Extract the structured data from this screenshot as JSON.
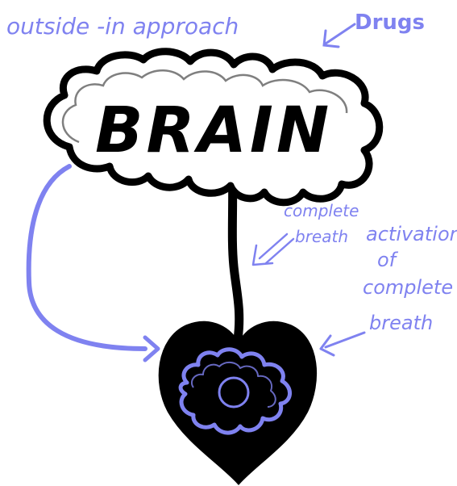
{
  "labels": {
    "top_caption": "outside -in approach",
    "drugs": "Drugs",
    "brain": "BRAIN",
    "complete_breath_line1": "complete",
    "complete_breath_line2": "breath",
    "activation_line1": "activation",
    "activation_line2": "of",
    "activation_line3": "complete",
    "activation_line4": "breath"
  },
  "colors": {
    "ink": "#000000",
    "accent": "#7f82f0",
    "background": "#ffffff",
    "cloud_fill": "#ffffff"
  },
  "icons": {
    "cloud": "brain-cloud-shape",
    "heart": "heart-shape",
    "flower": "flower-outline-icon",
    "arrow": "hand-drawn-arrow-icon"
  }
}
